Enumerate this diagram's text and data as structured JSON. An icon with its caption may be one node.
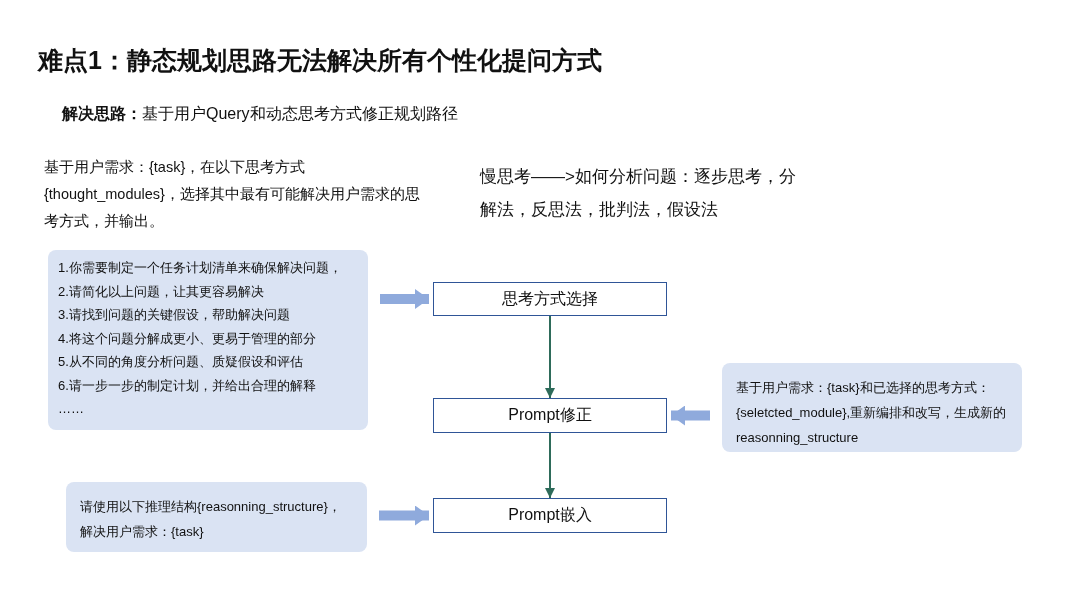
{
  "diagram": {
    "title": "难点1：静态规划思路无法解决所有个性化提问方式",
    "nodes": [
      {
        "text": [
          "1.你需要制定一个任务计划清单来确保解决问题，",
          "2.请简化以上问题，让其更容易解决",
          "3.请找到问题的关键假设，帮助解决问题",
          "4.将这个问题分解成更小、更易于管理的部分",
          "5.从不同的角度分析问题、质疑假设和评估",
          "6.请一步一步的制定计划，并给出合理的解释",
          "……"
        ]
      },
      {
        "text": [
          "思考方式选择"
        ]
      },
      {
        "text": [
          "Prompt修正"
        ]
      },
      {
        "text": [
          "基于用户需求：{task}和已选择的思考方式：{seletcted_module},重新编排和改写，生成新的reasonning_structure"
        ]
      },
      {
        "text": [
          "Prompt嵌入"
        ]
      },
      {
        "text": [
          "请使用以下推理结构{reasonning_structure}，解决用户需求：{task}"
        ]
      }
    ],
    "edges": [
      {
        "from": 0,
        "to": 1,
        "arrow": "to"
      },
      {
        "from": 1,
        "to": 2,
        "arrow": "to",
        "color": "#2e6b5a"
      },
      {
        "from": 3,
        "to": 2,
        "arrow": "to"
      },
      {
        "from": 2,
        "to": 4,
        "arrow": "to",
        "color": "#2e6b5a"
      },
      {
        "from": 5,
        "to": 4,
        "arrow": "to"
      }
    ],
    "labels": [
      "**解决思路：**基于用户Query和动态思考方式修正规划路径",
      "基于用户需求：{task}，在以下思考方式{thought_modules}，选择其中最有可能解决用户需求的思考方式，并输出。",
      "慢思考——>如何分析问题：逐步思考，分解法，反思法，批判法，假设法"
    ]
  }
}
